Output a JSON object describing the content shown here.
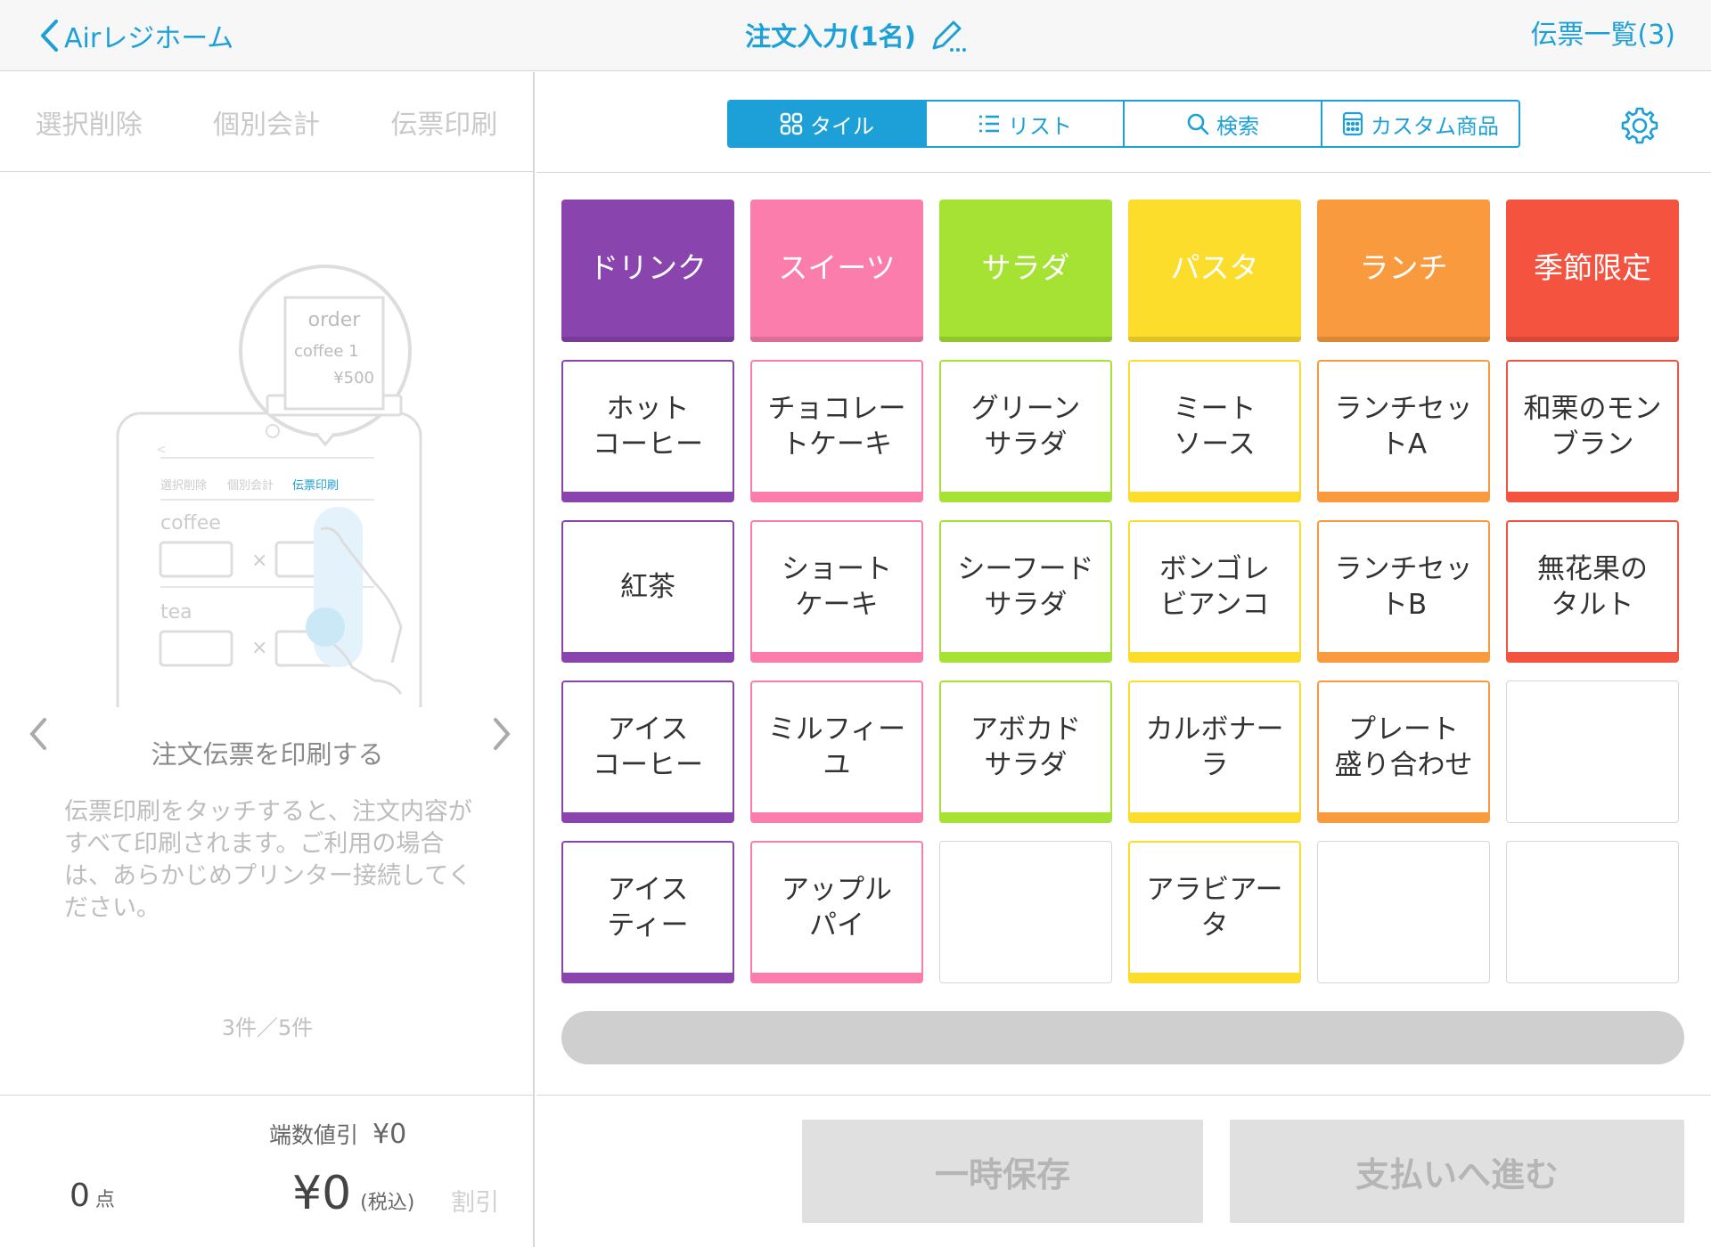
{
  "header": {
    "back_label": "Airレジホーム",
    "title": "注文入力(1名)",
    "slips_label": "伝票一覧(3)"
  },
  "left": {
    "actions": [
      "選択削除",
      "個別会計",
      "伝票印刷"
    ],
    "tutorial": {
      "receipt": {
        "title": "order",
        "line": "coffee  1",
        "price": "¥500"
      },
      "mini_actions": [
        "選択削除",
        "個別会計",
        "伝票印刷"
      ],
      "mini_items": [
        "coffee",
        "tea"
      ],
      "title": "注文伝票を印刷する",
      "description": "伝票印刷をタッチすると、注文内容がすべて印刷されます。ご利用の場合は、あらかじめプリンター接続してください。",
      "pager": "3件／5件"
    },
    "summary": {
      "fraction_label": "端数値引",
      "fraction_value": "¥0",
      "count": "0",
      "count_unit": "点",
      "total": "¥0",
      "tax_note": "(税込)",
      "discount_label": "割引"
    }
  },
  "tabs": [
    {
      "label": "タイル",
      "icon": "tile-icon",
      "active": true
    },
    {
      "label": "リスト",
      "icon": "list-icon",
      "active": false
    },
    {
      "label": "検索",
      "icon": "search-icon",
      "active": false
    },
    {
      "label": "カスタム商品",
      "icon": "calculator-icon",
      "active": false
    }
  ],
  "categories": [
    {
      "label": "ドリンク",
      "color": "#8a44ad"
    },
    {
      "label": "スイーツ",
      "color": "#fb7dac"
    },
    {
      "label": "サラダ",
      "color": "#a6e234"
    },
    {
      "label": "パスタ",
      "color": "#fddd2c"
    },
    {
      "label": "ランチ",
      "color": "#f99a3e"
    },
    {
      "label": "季節限定",
      "color": "#f4533f"
    }
  ],
  "products": [
    [
      "ホット\nコーヒー",
      "チョコレー\nトケーキ",
      "グリーン\nサラダ",
      "ミート\nソース",
      "ランチセッ\nトA",
      "和栗のモン\nブラン"
    ],
    [
      "紅茶",
      "ショート\nケーキ",
      "シーフード\nサラダ",
      "ボンゴレ\nビアンコ",
      "ランチセッ\nトB",
      "無花果の\nタルト"
    ],
    [
      "アイス\nコーヒー",
      "ミルフィー\nユ",
      "アボカド\nサラダ",
      "カルボナー\nラ",
      "プレート\n盛り合わせ",
      ""
    ],
    [
      "アイス\nティー",
      "アップル\nパイ",
      "",
      "アラビアー\nタ",
      "",
      ""
    ]
  ],
  "buttons": {
    "hold": "一時保存",
    "pay": "支払いへ進む"
  },
  "colors": {
    "accent": "#1da0d8"
  }
}
